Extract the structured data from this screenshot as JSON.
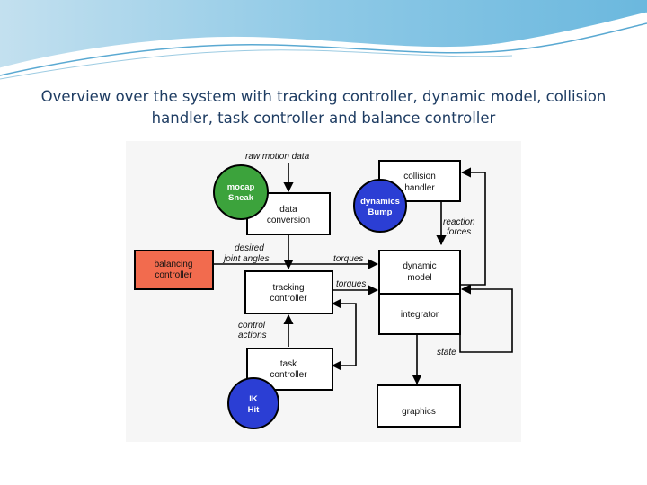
{
  "slide": {
    "title": "Overview over the system with tracking controller, dynamic model, collision handler, task controller and balance controller"
  },
  "diagram": {
    "colors": {
      "green": "#3ca33c",
      "blue": "#2b3ed4",
      "orange": "#f26b4e",
      "background": "#f6f6f6"
    },
    "boxes": {
      "collision_handler": [
        "collision",
        "handler"
      ],
      "data_conversion": [
        "data",
        "conversion"
      ],
      "balancing_controller": [
        "balancing",
        "controller"
      ],
      "dynamic_model": [
        "dynamic",
        "model"
      ],
      "tracking_controller": [
        "tracking",
        "controller"
      ],
      "integrator": [
        "integrator"
      ],
      "task_controller": [
        "task",
        "controller"
      ],
      "graphics": [
        "graphics"
      ]
    },
    "circles": {
      "mocap": [
        "mocap",
        "Sneak"
      ],
      "dynamics": [
        "dynamics",
        "Bump"
      ],
      "ik": [
        "IK",
        "Hit"
      ]
    },
    "edge_labels": {
      "raw_motion_data": [
        "raw motion data"
      ],
      "reaction_forces": [
        "reaction",
        "forces"
      ],
      "desired_joint_angles": [
        "desired",
        "joint angles"
      ],
      "torques_top": [
        "torques"
      ],
      "torques_mid": [
        "torques"
      ],
      "control_actions": [
        "control",
        "actions"
      ],
      "state": [
        "state"
      ]
    }
  }
}
